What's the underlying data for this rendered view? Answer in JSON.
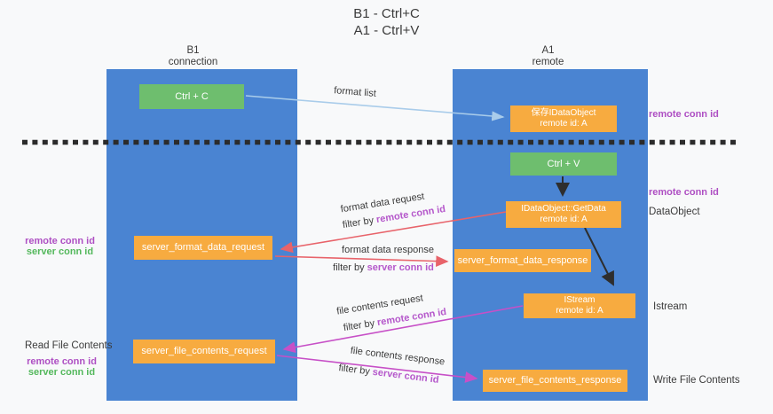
{
  "title": {
    "line1": "B1 - Ctrl+C",
    "line2": "A1 - Ctrl+V"
  },
  "columns": {
    "left": {
      "name": "B1",
      "role": "connection"
    },
    "right": {
      "name": "A1",
      "role": "remote"
    }
  },
  "boxes": {
    "ctrl_c": "Ctrl + C",
    "ctrl_v": "Ctrl + V",
    "save_dataobject": {
      "line1": "保存IDataObject",
      "line2": "remote id: A"
    },
    "getdata": {
      "line1": "IDataObject::GetData",
      "line2": "remote id: A"
    },
    "istream": {
      "line1": "IStream",
      "line2": "remote id: A"
    },
    "format_request": "server_format_data_request",
    "format_response": "server_format_data_response",
    "file_request": "server_file_contents_request",
    "file_response": "server_file_contents_response"
  },
  "side_labels": {
    "remote_conn_top": "remote conn id",
    "remote_conn_mid": "remote conn id",
    "dataobject": "DataObject",
    "istream": "Istream",
    "write_file": "Write File Contents",
    "read_file": "Read File Contents",
    "left_mid": {
      "remote": "remote conn id",
      "server": "server conn id"
    },
    "left_bottom": {
      "remote": "remote conn id",
      "server": "server conn id"
    }
  },
  "arrow_labels": {
    "format_list": "format list",
    "format_request": "format data request",
    "format_request_filter": {
      "prefix": "filter by ",
      "highlight": "remote conn id"
    },
    "format_response": "format data response",
    "format_response_filter": {
      "prefix": "filter by ",
      "highlight": "server conn id"
    },
    "file_request": "file contents request",
    "file_request_filter": {
      "prefix": "filter by ",
      "highlight": "remote conn id"
    },
    "file_response": "file contents response",
    "file_response_filter": {
      "prefix": "filter by ",
      "highlight": "server conn id"
    }
  },
  "colors": {
    "column_blue": "#4A84D2",
    "box_green": "#6EBE6E",
    "box_orange": "#F7AB40",
    "arrow_lightblue": "#A9CCEA",
    "arrow_salmon": "#E8636A",
    "arrow_magenta": "#C750C7",
    "arrow_black": "#2E2E2E",
    "text_purple": "#AE4FC3",
    "text_green": "#54B85C"
  }
}
